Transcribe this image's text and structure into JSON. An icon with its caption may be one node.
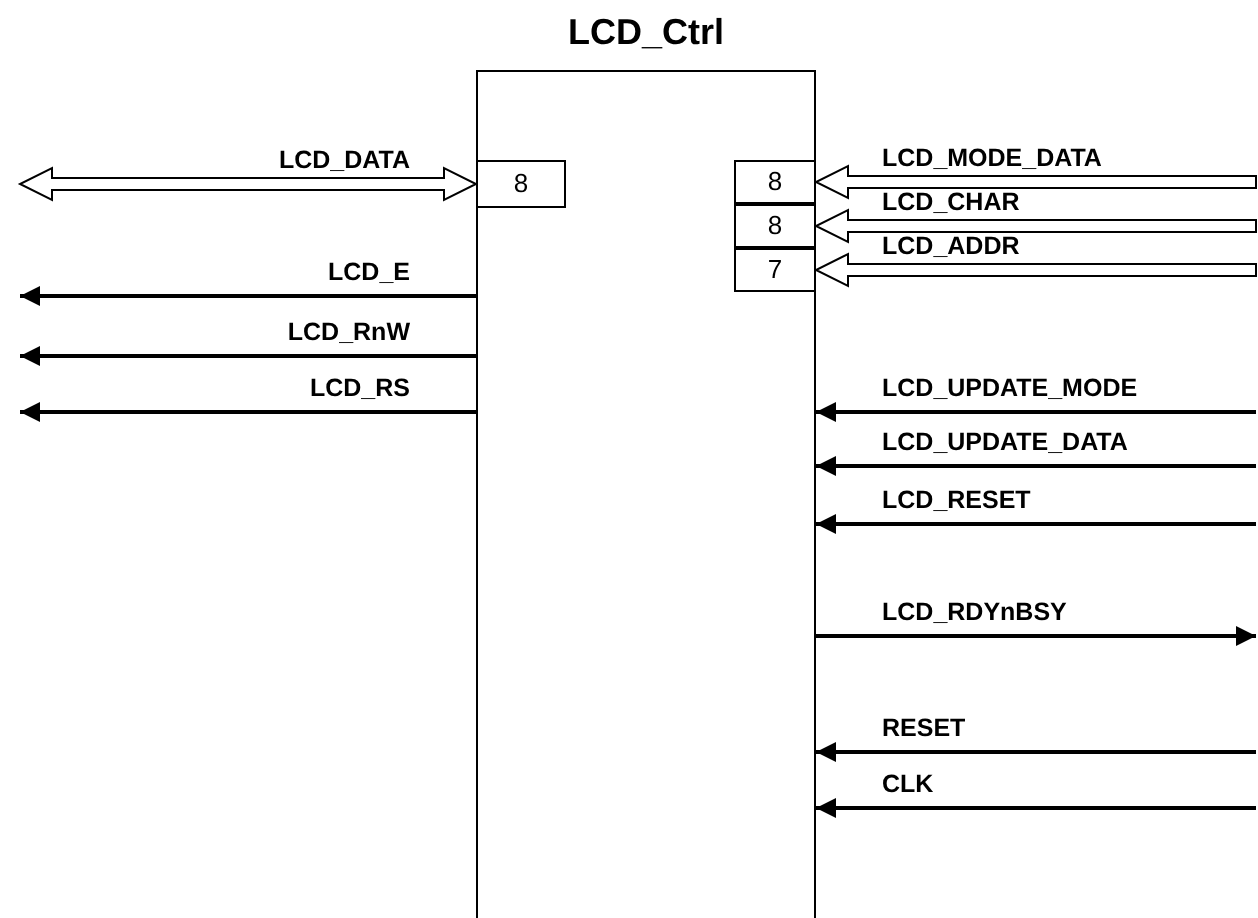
{
  "diagram": {
    "nodes": [
      {
        "text": [
          "LCD_Ctrl"
        ]
      },
      {
        "text": [
          "8"
        ],
        "in": 0
      },
      {
        "text": [
          "8"
        ],
        "in": 0
      },
      {
        "text": [
          "8"
        ],
        "in": 0
      },
      {
        "text": [
          "7"
        ],
        "in": 0
      }
    ],
    "edges": [
      {
        "from": null,
        "to": 1,
        "arrow": "both",
        "label": "LCD_DATA",
        "style": "thick"
      },
      {
        "from": 0,
        "to": null,
        "arrow": "to",
        "label": "LCD_E"
      },
      {
        "from": 0,
        "to": null,
        "arrow": "to",
        "label": "LCD_RnW"
      },
      {
        "from": 0,
        "to": null,
        "arrow": "to",
        "label": "LCD_RS"
      },
      {
        "from": null,
        "to": 2,
        "arrow": "to",
        "label": "LCD_MODE_DATA",
        "style": "thick"
      },
      {
        "from": null,
        "to": 3,
        "arrow": "to",
        "label": "LCD_CHAR",
        "style": "thick"
      },
      {
        "from": null,
        "to": 4,
        "arrow": "to",
        "label": "LCD_ADDR",
        "style": "thick"
      },
      {
        "from": null,
        "to": 0,
        "arrow": "to",
        "label": "LCD_UPDATE_MODE"
      },
      {
        "from": null,
        "to": 0,
        "arrow": "to",
        "label": "LCD_UPDATE_DATA"
      },
      {
        "from": null,
        "to": 0,
        "arrow": "to",
        "label": "LCD_RESET"
      },
      {
        "from": 0,
        "to": null,
        "arrow": "to",
        "label": "LCD_RDYnBSY"
      },
      {
        "from": null,
        "to": 0,
        "arrow": "to",
        "label": "RESET"
      },
      {
        "from": null,
        "to": 0,
        "arrow": "to",
        "label": "CLK"
      }
    ]
  }
}
